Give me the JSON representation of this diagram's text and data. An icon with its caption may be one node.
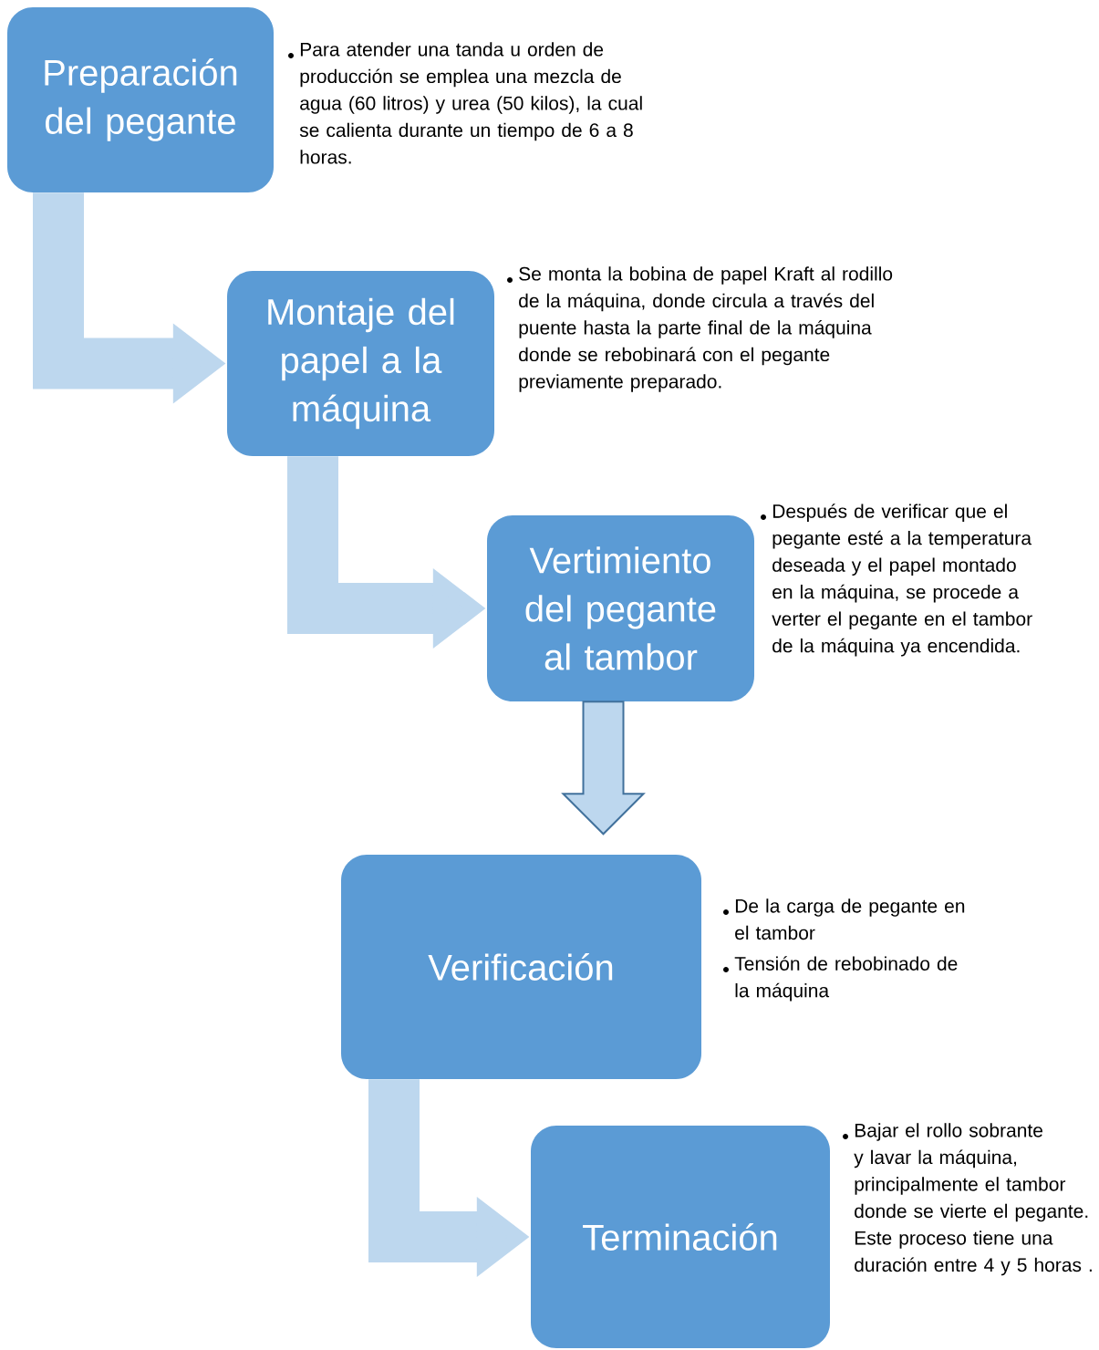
{
  "diagram": {
    "nodes": [
      {
        "text": [
          "Preparación del pegante"
        ],
        "beside": [
          "Para atender una tanda u orden de producción se emplea una mezcla de agua (60 litros) y urea (50 kilos), la cual se calienta durante un tiempo de 6 a 8 horas."
        ]
      },
      {
        "text": [
          "Montaje del papel a la máquina"
        ],
        "beside": [
          "Se monta la bobina de papel Kraft al rodillo de la máquina, donde circula a través del puente hasta la parte final de la máquina donde se rebobinará con el pegante previamente preparado."
        ]
      },
      {
        "text": [
          "Vertimiento del pegante al tambor"
        ],
        "beside": [
          "Después de verificar que el pegante esté a la temperatura deseada y el papel montado en la máquina, se procede a verter el pegante en el tambor de la máquina ya encendida."
        ]
      },
      {
        "text": [
          "Verificación"
        ],
        "beside": [
          "De la carga de pegante en el tambor",
          "Tensión de rebobinado de la máquina"
        ]
      },
      {
        "text": [
          "Terminación"
        ],
        "beside": [
          "Bajar el rollo sobrante y lavar la máquina, principalmente el tambor donde se vierte el pegante.  Este proceso tiene una duración entre 4 y 5 horas ."
        ]
      }
    ],
    "edges": [
      {
        "from": 0,
        "to": 1,
        "arrow": "to"
      },
      {
        "from": 1,
        "to": 2,
        "arrow": "to"
      },
      {
        "from": 2,
        "to": 3,
        "arrow": "to"
      },
      {
        "from": 3,
        "to": 4,
        "arrow": "to"
      }
    ]
  }
}
